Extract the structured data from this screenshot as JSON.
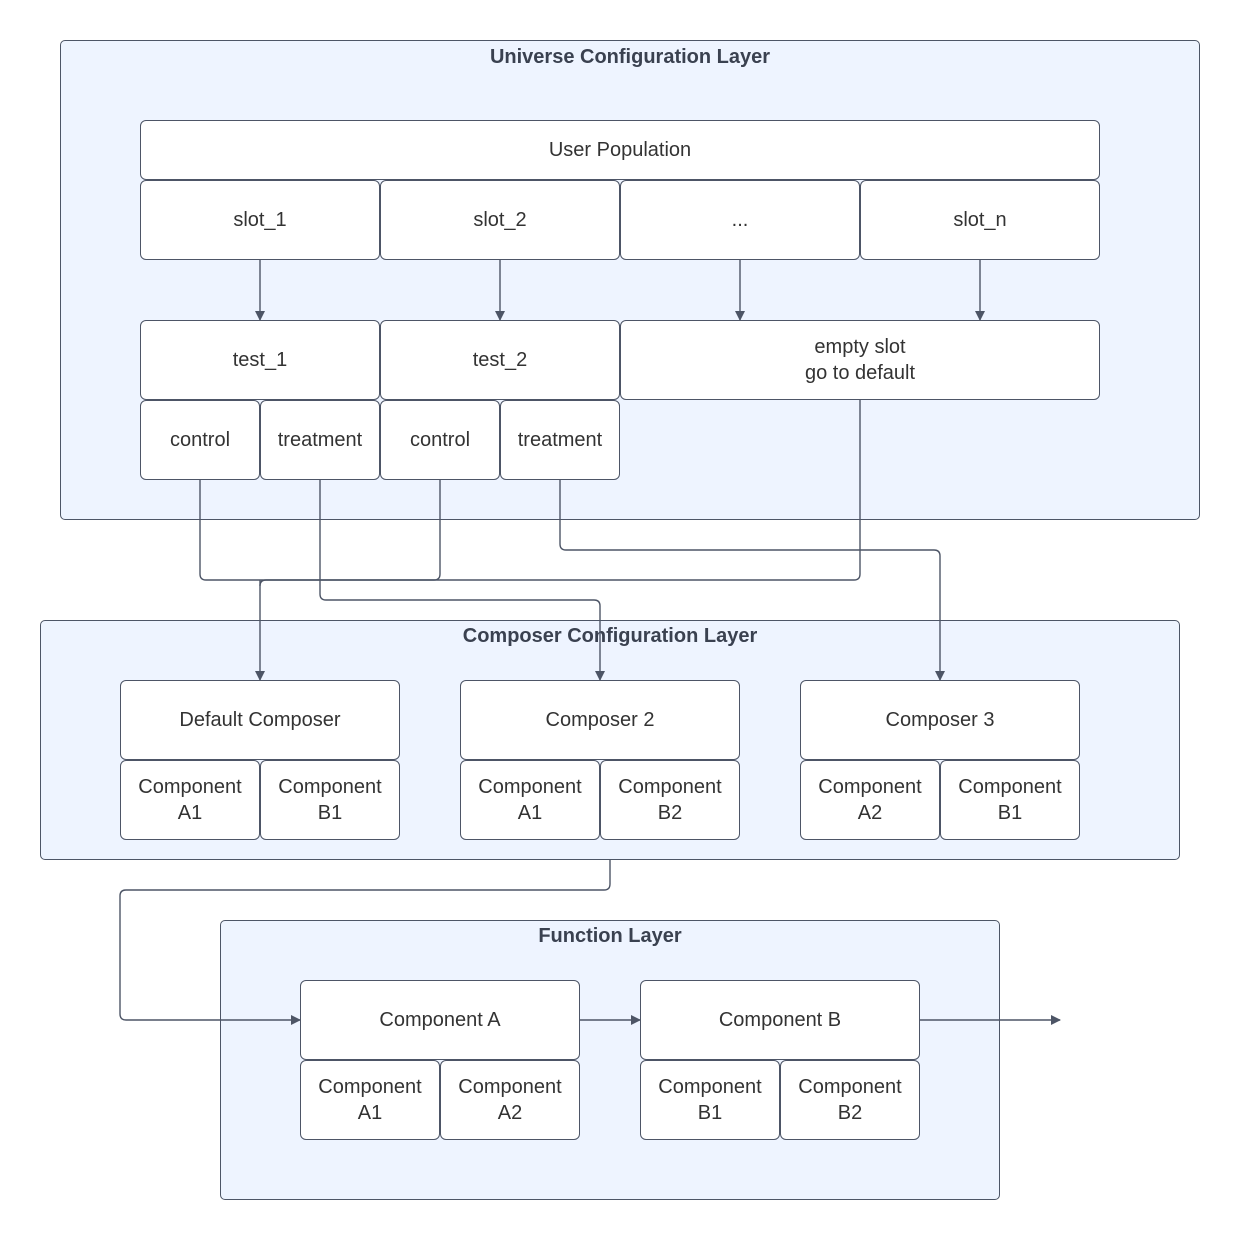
{
  "colors": {
    "layer_fill": "#eef4ff",
    "stroke": "#4d5566",
    "text": "#333333"
  },
  "universe": {
    "title": "Universe Configuration Layer",
    "population": "User Population",
    "slots": [
      "slot_1",
      "slot_2",
      "...",
      "slot_n"
    ],
    "tests": [
      "test_1",
      "test_2"
    ],
    "empty_slot": "empty slot\ngo to default",
    "variants": [
      "control",
      "treatment",
      "control",
      "treatment"
    ]
  },
  "composer": {
    "title": "Composer Configuration Layer",
    "composers": [
      {
        "name": "Default Composer",
        "components": [
          "Component\nA1",
          "Component\nB1"
        ]
      },
      {
        "name": "Composer 2",
        "components": [
          "Component\nA1",
          "Component\nB2"
        ]
      },
      {
        "name": "Composer 3",
        "components": [
          "Component\nA2",
          "Component\nB1"
        ]
      }
    ]
  },
  "function_layer": {
    "title": "Function Layer",
    "components": [
      {
        "name": "Component A",
        "parts": [
          "Component\nA1",
          "Component\nA2"
        ]
      },
      {
        "name": "Component B",
        "parts": [
          "Component\nB1",
          "Component\nB2"
        ]
      }
    ]
  }
}
